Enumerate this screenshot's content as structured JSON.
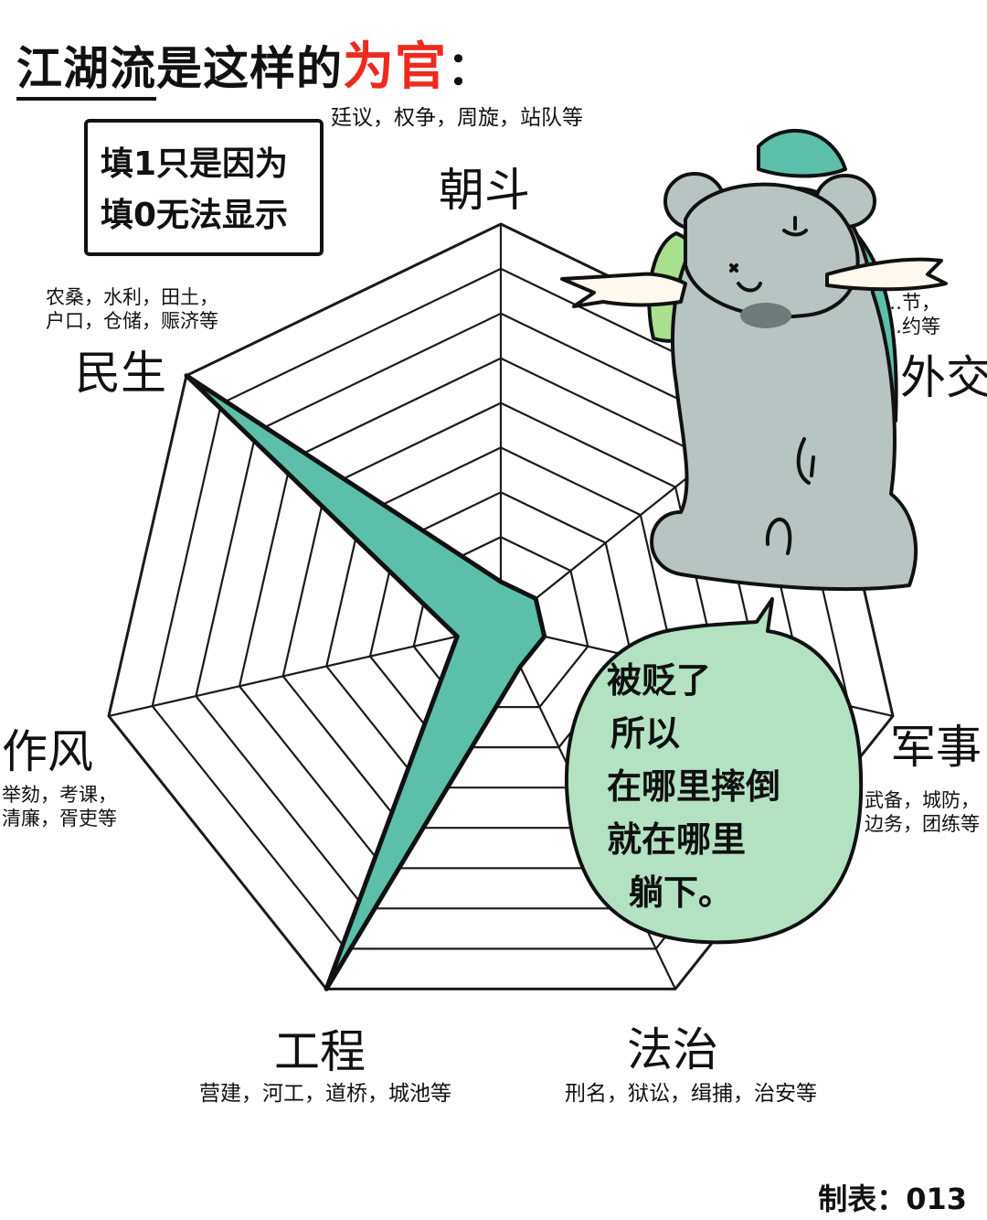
{
  "title": {
    "prefix": "江湖流",
    "middle": "是这样的",
    "accent": "为官",
    "suffix": "："
  },
  "note": {
    "line1": "填1只是因为",
    "line2": "填0无法显示"
  },
  "chart_data": {
    "type": "radar",
    "levels": 9,
    "axes": [
      {
        "name": "朝斗",
        "desc": [
          "廷议，权争，周旋，站队等"
        ],
        "value": 1
      },
      {
        "name": "外交",
        "desc": [
          "…节，",
          "…约等"
        ],
        "value": 1
      },
      {
        "name": "军事",
        "desc": [
          "武备，城防，",
          "边务，团练等"
        ],
        "value": 1
      },
      {
        "name": "法治",
        "desc": [
          "刑名，狱讼，缉捕，治安等"
        ],
        "value": 1
      },
      {
        "name": "工程",
        "desc": [
          "营建，河工，道桥，城池等"
        ],
        "value": 9
      },
      {
        "name": "作风",
        "desc": [
          "举劾，考课，",
          "清廉，胥吏等"
        ],
        "value": 1
      },
      {
        "name": "民生",
        "desc": [
          "农桑，水利，田土，",
          "户口，仓储，赈济等"
        ],
        "value": 9
      }
    ],
    "fill_color": "#5bbfaa",
    "line_color": "#111111"
  },
  "bubble": {
    "lines": [
      "被贬了",
      "所以",
      "在哪里摔倒",
      "就在哪里",
      "躺下。"
    ],
    "color": "#b3e2c3"
  },
  "mascot": {
    "body_color": "#b8c4c1",
    "leaf_color": "#a8e08e",
    "hat_color": "#5bbfaa"
  },
  "credit": "制表：013"
}
